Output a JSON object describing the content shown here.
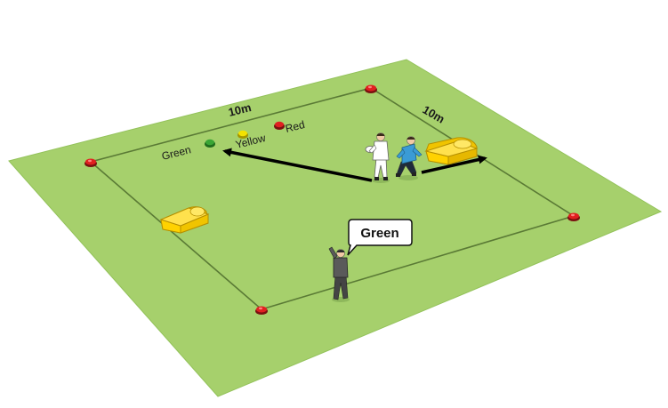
{
  "dimensions": {
    "top_edge": "10m",
    "right_edge": "10m"
  },
  "cone_colors": [
    {
      "name": "Green",
      "color": "#3aa535"
    },
    {
      "name": "Yellow",
      "color": "#f4e200"
    },
    {
      "name": "Red",
      "color": "#e02020"
    }
  ],
  "coach_call": "Green",
  "colors": {
    "field": "#a6d06c",
    "field_edge": "#8fbf55",
    "line": "#5a7a35",
    "corner_cone": "#d81e1e",
    "tackle_bag": "#ffd200",
    "arrow": "#000000",
    "attacker_shirt": "#ffffff",
    "defender_shirt": "#3a9bd6",
    "coach_kit": "#555555"
  }
}
